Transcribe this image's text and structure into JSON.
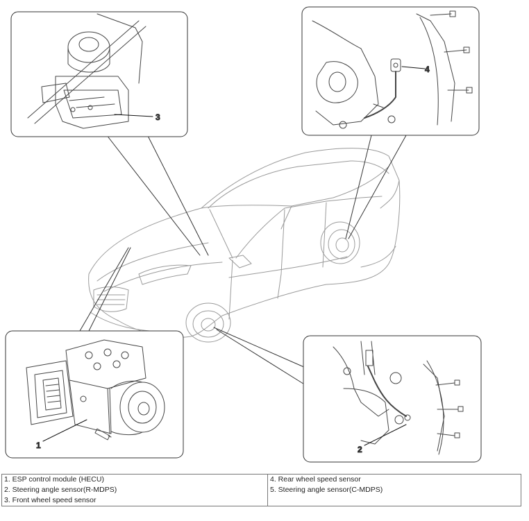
{
  "callouts": {
    "hecu": "1",
    "steering_r": "2",
    "front_sensor": "3",
    "rear_sensor": "4"
  },
  "legend": {
    "left": [
      "1. ESP control module (HECU)",
      "2. Steering angle sensor(R-MDPS)",
      "3. Front wheel speed sensor"
    ],
    "right": [
      "4. Rear wheel speed sensor",
      "5. Steering angle sensor(C-MDPS)",
      ""
    ]
  }
}
